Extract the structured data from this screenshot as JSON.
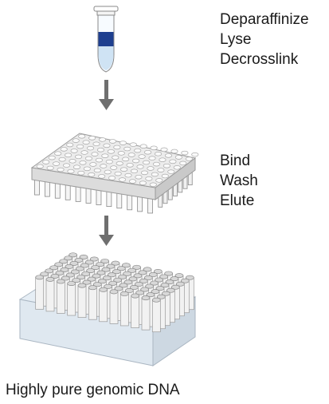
{
  "steps": [
    {
      "lines": [
        "Deparaffinize",
        "Lyse",
        "Decrosslink"
      ]
    },
    {
      "lines": [
        "Bind",
        "Wash",
        "Elute"
      ]
    }
  ],
  "result_label": "Highly pure genomic DNA",
  "colors": {
    "arrow": "#6f6f6f",
    "tube_liquid": "#1e3f8f",
    "tube_outline": "#8a8a8a",
    "plate_top": "#ececec",
    "plate_side": "#d7d7d7",
    "block_fill": "#dfe8f0",
    "block_side": "#cdd8e2",
    "tube_fill": "#f2f2f2"
  },
  "icons": [
    "sample-tube-icon",
    "arrow-down-icon",
    "filter-plate-icon",
    "arrow-down-icon",
    "collection-tube-rack-icon"
  ]
}
